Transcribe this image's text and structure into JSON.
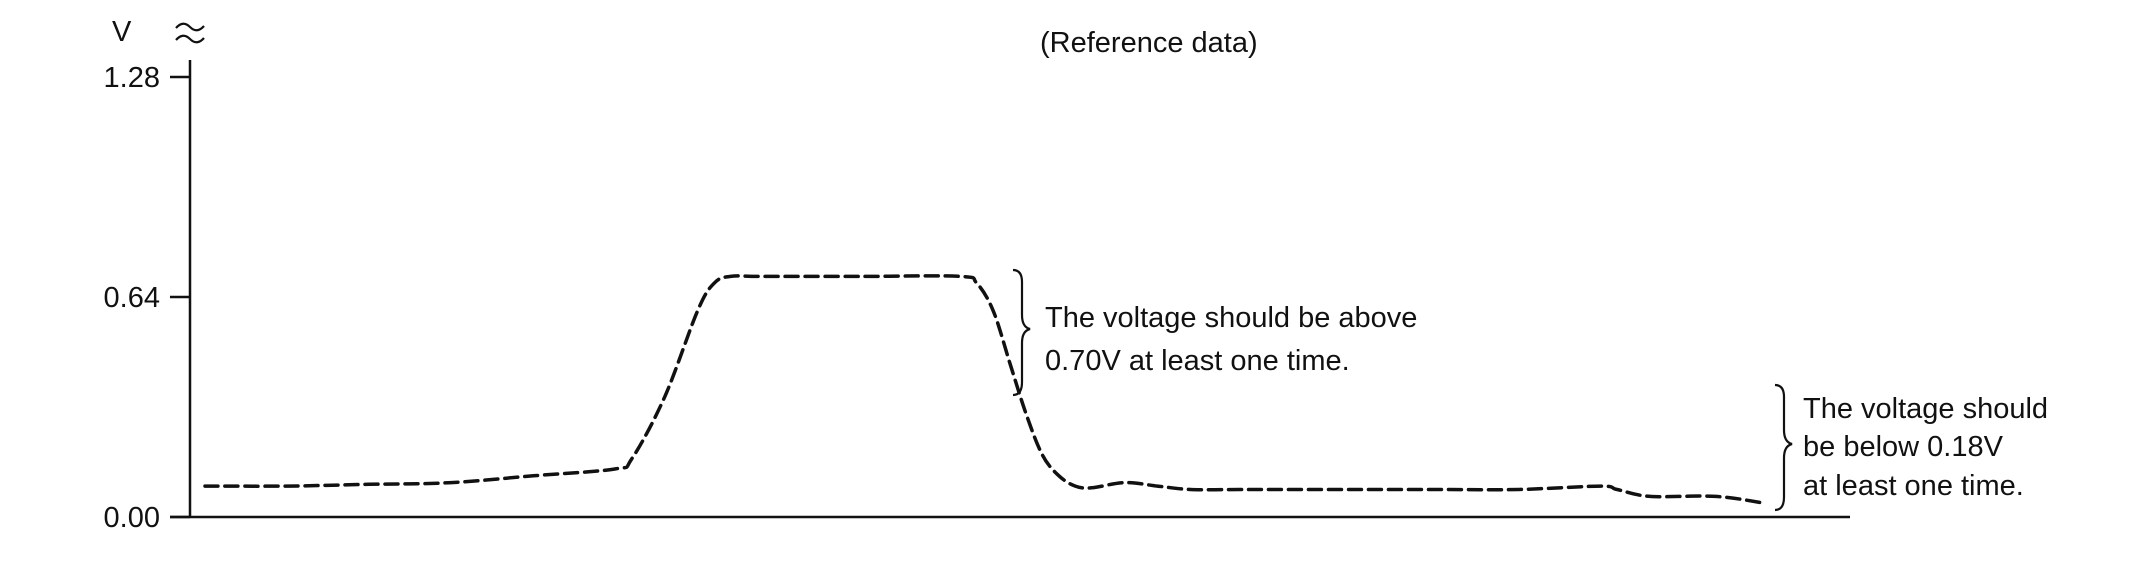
{
  "chart_data": {
    "type": "line",
    "title": "(Reference data)",
    "ylabel": "V",
    "xlabel": "",
    "ylim": [
      0,
      1.28
    ],
    "yticks": [
      {
        "value": 0.0,
        "label": "0.00"
      },
      {
        "value": 0.64,
        "label": "0.64"
      },
      {
        "value": 1.28,
        "label": "1.28"
      }
    ],
    "axis_break": true,
    "grid": false,
    "legend": "none",
    "series": [
      {
        "style": "dashed",
        "x": [
          0,
          5,
          10,
          15,
          20,
          25,
          26,
          28,
          30,
          31,
          32,
          34,
          40,
          46,
          47,
          48,
          49,
          50,
          51,
          52,
          53,
          54,
          56,
          58,
          60,
          63,
          65,
          70,
          75,
          80,
          85,
          86,
          88,
          92,
          95
        ],
        "values": [
          0.09,
          0.09,
          0.095,
          0.1,
          0.12,
          0.14,
          0.17,
          0.35,
          0.6,
          0.68,
          0.7,
          0.7,
          0.7,
          0.7,
          0.68,
          0.6,
          0.45,
          0.3,
          0.18,
          0.12,
          0.09,
          0.085,
          0.1,
          0.09,
          0.08,
          0.08,
          0.08,
          0.08,
          0.08,
          0.08,
          0.09,
          0.08,
          0.06,
          0.06,
          0.04
        ]
      }
    ],
    "annotations": [
      {
        "lines": [
          "The voltage should be above",
          "0.70V at least one time."
        ]
      },
      {
        "lines": [
          "The voltage should",
          "be below 0.18V",
          "at least one time."
        ]
      }
    ]
  }
}
